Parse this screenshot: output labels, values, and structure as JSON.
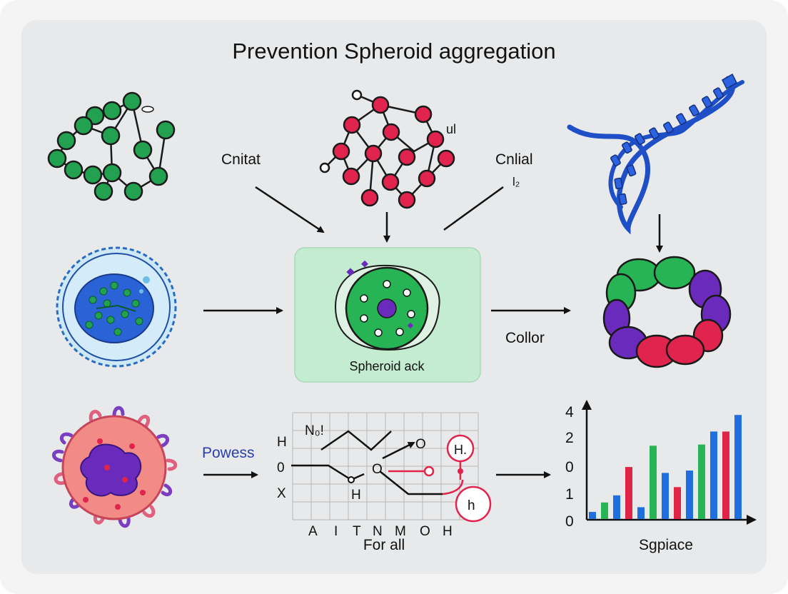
{
  "title": "Prevention Spheroid aggregation",
  "labels": {
    "top_left_arrow": "Cnitat",
    "top_right_arrow": "Cnlial",
    "top_right_sub": "l₂",
    "molecule_tag": "ul",
    "center_box": "Spheroid ack",
    "right_arrow": "Collor",
    "bottom_left_arrow": "Powess"
  },
  "mini_chart": {
    "row_labels": [
      "H",
      "0",
      "X"
    ],
    "col_labels": [
      "A",
      "I",
      "T",
      "N",
      "M",
      "O",
      "H"
    ],
    "caption": "For all",
    "annotations": [
      "N₀!",
      "H",
      "O",
      "O",
      "H.",
      "h"
    ]
  },
  "colors": {
    "green": "#22a150",
    "red": "#e0244d",
    "blue": "#1f4fc7",
    "purple": "#6a2bbd",
    "box_bg": "#c4ecd1",
    "accent_text": "#2a3fae"
  },
  "chart_data": {
    "type": "bar",
    "ytick_labels": [
      "4",
      "2",
      "0",
      "1",
      "0"
    ],
    "xlabel": "Sgpiace",
    "series_colors": [
      "#1f6fe0",
      "#27b454",
      "#e02448"
    ],
    "bars": [
      {
        "color": "blue",
        "value": 0.3
      },
      {
        "color": "green",
        "value": 0.7
      },
      {
        "color": "blue",
        "value": 1.0
      },
      {
        "color": "red",
        "value": 2.2
      },
      {
        "color": "blue",
        "value": 0.5
      },
      {
        "color": "green",
        "value": 3.1
      },
      {
        "color": "blue",
        "value": 1.95
      },
      {
        "color": "red",
        "value": 1.35
      },
      {
        "color": "blue",
        "value": 2.05
      },
      {
        "color": "green",
        "value": 3.15
      },
      {
        "color": "blue",
        "value": 3.7
      },
      {
        "color": "red",
        "value": 3.7
      },
      {
        "color": "blue",
        "value": 4.4
      }
    ],
    "ylim": [
      0,
      4.8
    ]
  }
}
